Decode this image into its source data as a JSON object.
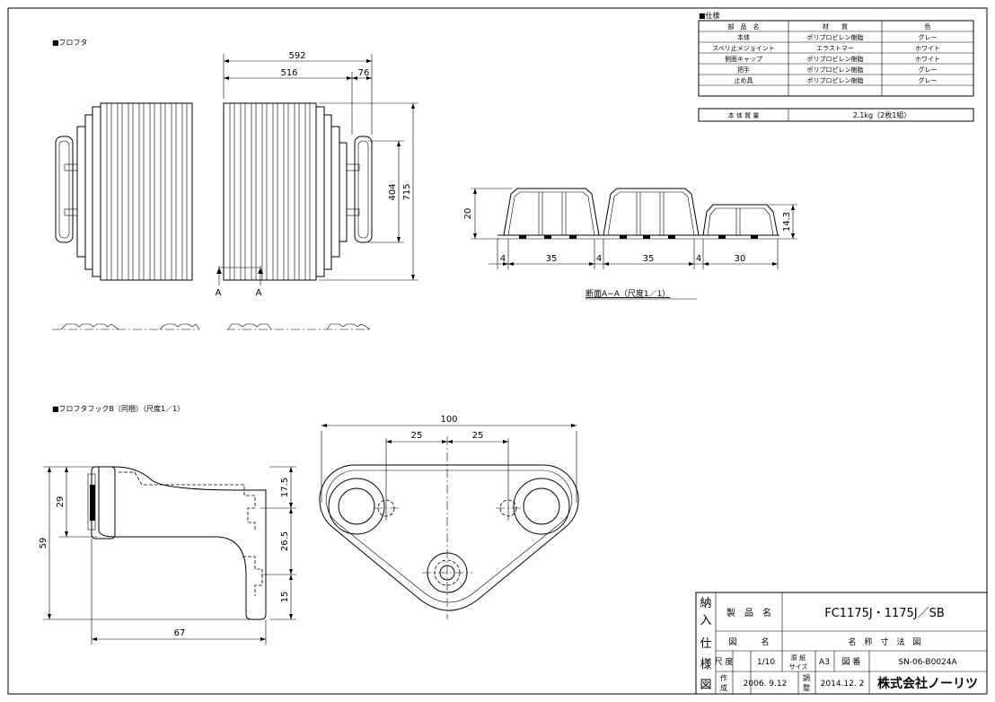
{
  "sections": {
    "cover_title": "■フロフタ",
    "hook_title": "■フロフタフックB（同梱）（尺度1／1）",
    "section_caption": "断面A−A（尺度1／1）"
  },
  "dimensions": {
    "cover_width_total": "592",
    "cover_width_panel": "516",
    "cover_overhang": "76",
    "cover_height_inner": "404",
    "cover_height_total": "715",
    "section_a": "A",
    "section_height": "20",
    "section_end_height": "14.3",
    "section_gap": "4",
    "section_cell_1": "35",
    "section_cell_2": "35",
    "section_cell_3": "30",
    "hook_width_total": "100",
    "hook_hole_left": "25",
    "hook_hole_right": "25",
    "hook_height_top": "29",
    "hook_height_total": "59",
    "hook_depth": "67",
    "hook_h1": "17.5",
    "hook_h2": "26.5",
    "hook_h3": "15"
  },
  "spec": {
    "title": "■仕様",
    "headers": [
      "部　品　名",
      "材　　質",
      "色"
    ],
    "rows": [
      [
        "本体",
        "ポリプロピレン樹脂",
        "グレー"
      ],
      [
        "スベリ止メジョイント",
        "エラストマー",
        "ホワイト"
      ],
      [
        "側面キャップ",
        "ポリプロピレン樹脂",
        "ホワイト"
      ],
      [
        "把手",
        "ポリプロピレン樹脂",
        "グレー"
      ],
      [
        "止め具",
        "ポリプロピレン樹脂",
        "グレー"
      ]
    ],
    "mass_label": "本 体 質 量",
    "mass_value": "2.1kg（2枚1組）"
  },
  "title_block": {
    "side_label": [
      "納",
      "入",
      "仕",
      "様",
      "図"
    ],
    "product_label": "製　品　名",
    "product_value": "FC1175J・1175J／SB",
    "drawing_label": "図　　　名",
    "drawing_value": "名　称　寸　法　図",
    "scale_label": "尺 度",
    "scale_value": "1/10",
    "paper_label_1": "原 紙",
    "paper_label_2": "サイズ",
    "paper_value": "A3",
    "number_label": "図 番",
    "number_value": "SN-06-B0024A",
    "created_label_1": "作",
    "created_label_2": "成",
    "created_value": "2006. 9.12",
    "adjusted_label_1": "調",
    "adjusted_label_2": "整",
    "adjusted_value": "2014.12. 2",
    "company": "株式会社ノーリツ"
  }
}
